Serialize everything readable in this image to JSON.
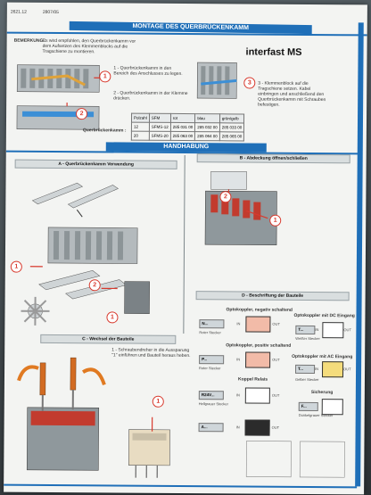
{
  "doc_code": "2621.12",
  "doc_date": "2807/05",
  "main_title": "MONTAGE DES QUERBRÜCKENKAMM",
  "brand": "interfast MS",
  "remark": {
    "label": "BEMERKUNG :",
    "text": "Es wird empfohlen, den Querbrückenkamm vor dem Aufsetzen des Klemmenblocks auf die Tragschiene zu montieren."
  },
  "steps": {
    "step1": "1 - Querbrückenkamm in den Bereich des Anschlusses zu legen.",
    "step2": "2 - Querbrückenkamm in der Klemme drücken.",
    "step3": "3 - Klemmenblock auf die Tragschiene setzen. Kabel einbringen und anschließend den Querbrückenkamm mit Schrauben befestigen."
  },
  "table": {
    "row_label": "Querbrückenkamm :",
    "headers": [
      "Polzahl",
      "SFM",
      "rot",
      "blau",
      "grün/gelb"
    ],
    "rows": [
      [
        "12",
        "SFMS-12",
        "285 031 00",
        "285 032 00",
        "285 033 00"
      ],
      [
        "20",
        "SFMS-20",
        "285 063 00",
        "285 064 00",
        "285 065 00"
      ]
    ]
  },
  "handhabung": "HANDHABUNG",
  "sections": {
    "a": "A - Querbrückenkamm Verwendung",
    "b": "B - Abdeckung öffnen/schließen",
    "c": "C - Wechsel der Bauteile",
    "d": "D - Beschriftung der Bauteile"
  },
  "section_c_text": "1 - Schraubendreher in die Aussparung \"1\" einführen und Bauteil heraus heben.",
  "components": {
    "opto_neg": {
      "title": "Optokoppler, negativ schaltend",
      "code": "N...",
      "color": "Roter Stecker",
      "in": "IN",
      "out": "OUT"
    },
    "opto_pos": {
      "title": "Optokoppler, positiv schaltend",
      "code": "P...",
      "color": "Roter Stecker",
      "in": "IN",
      "out": "OUT"
    },
    "opto_dc": {
      "title": "Optokoppler mit DC Eingang",
      "code": "T...",
      "color": "Weißer Stecker",
      "in": "IN",
      "out": "OUT"
    },
    "relay": {
      "title": "Koppel Relais",
      "code": "R24V...",
      "color": "Hellgrauer Stecker",
      "in": "IN",
      "out": "OUT"
    },
    "opto_ac": {
      "title": "Optokoppler mit AC Eingang",
      "code": "T...",
      "color": "Gelber Stecker",
      "in": "IN",
      "out": "OUT"
    },
    "fuse": {
      "title": "Sicherung",
      "code": "F...",
      "color": "Dunkelgrauer Stecker"
    },
    "a_item": {
      "code": "A...",
      "in": "IN",
      "out": "OUT"
    }
  },
  "callouts": [
    "1",
    "2",
    "3",
    "1",
    "2",
    "1",
    "2",
    "1",
    "1"
  ],
  "colors": {
    "blue": "#1f6fb8",
    "red": "#d83a2e",
    "grey": "#9aa3a7"
  }
}
